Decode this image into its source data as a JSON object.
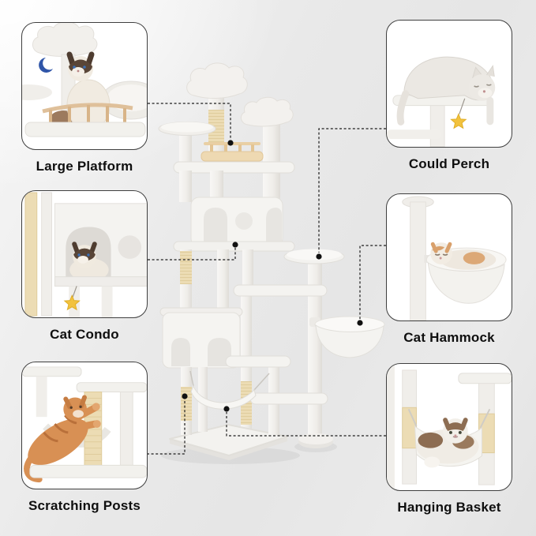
{
  "features": [
    {
      "id": "large-platform",
      "label": "Large Platform",
      "photo": "cat-sitting-on-large-platform-with-wood-rail",
      "toy": "moon-toy-icon"
    },
    {
      "id": "could-perch",
      "label": "Could Perch",
      "photo": "cat-lying-draped-over-perch",
      "toy": "star-toy-icon"
    },
    {
      "id": "cat-condo",
      "label": "Cat Condo",
      "photo": "cat-peeking-from-condo-arch",
      "toy": "star-toy-icon"
    },
    {
      "id": "cat-hammock",
      "label": "Cat Hammock",
      "photo": "cat-sleeping-in-bowl-hammock"
    },
    {
      "id": "scratching-posts",
      "label": "Scratching Posts",
      "photo": "orange-cat-scratching-sisal-post"
    },
    {
      "id": "hanging-basket",
      "label": "Hanging Basket",
      "photo": "cat-resting-in-hanging-fabric-basket"
    }
  ],
  "colors": {
    "background": "#e9e9e9",
    "highlight": "#ffffff",
    "tree_plush": "#f4f3f0",
    "tree_shadow": "#e1dfda",
    "condo_interior": "#e6e4e0",
    "sisal_rope": "#ebdcb4",
    "wood_rail": "#ecd5ab",
    "connector_line": "#1c1c1c",
    "connector_dot": "#111111",
    "label_text": "#0f0f0f",
    "inset_border": "#3f3f3f",
    "moon_toy": "#2f55a8",
    "star_toy": "#f2c23e",
    "cat_cream": "#f1ebe1",
    "cat_brown_mask": "#5a4638",
    "cat_orange": "#d89054",
    "cat_tabby_brown": "#8d6d52"
  }
}
